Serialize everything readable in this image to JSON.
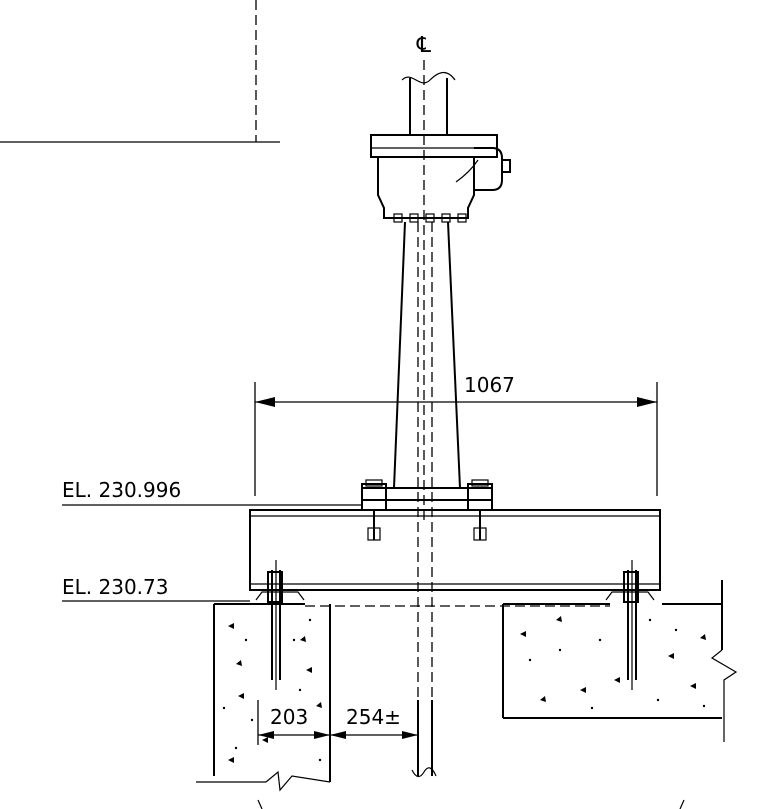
{
  "drawing": {
    "centerline_symbol": "℄",
    "dimensions": {
      "overall_width": "1067",
      "bolt_to_edge": "203",
      "edge_to_centerline": "254±"
    },
    "elevations": {
      "top_of_beam": "EL. 230.996",
      "bottom_of_beam": "EL. 230.73"
    }
  }
}
